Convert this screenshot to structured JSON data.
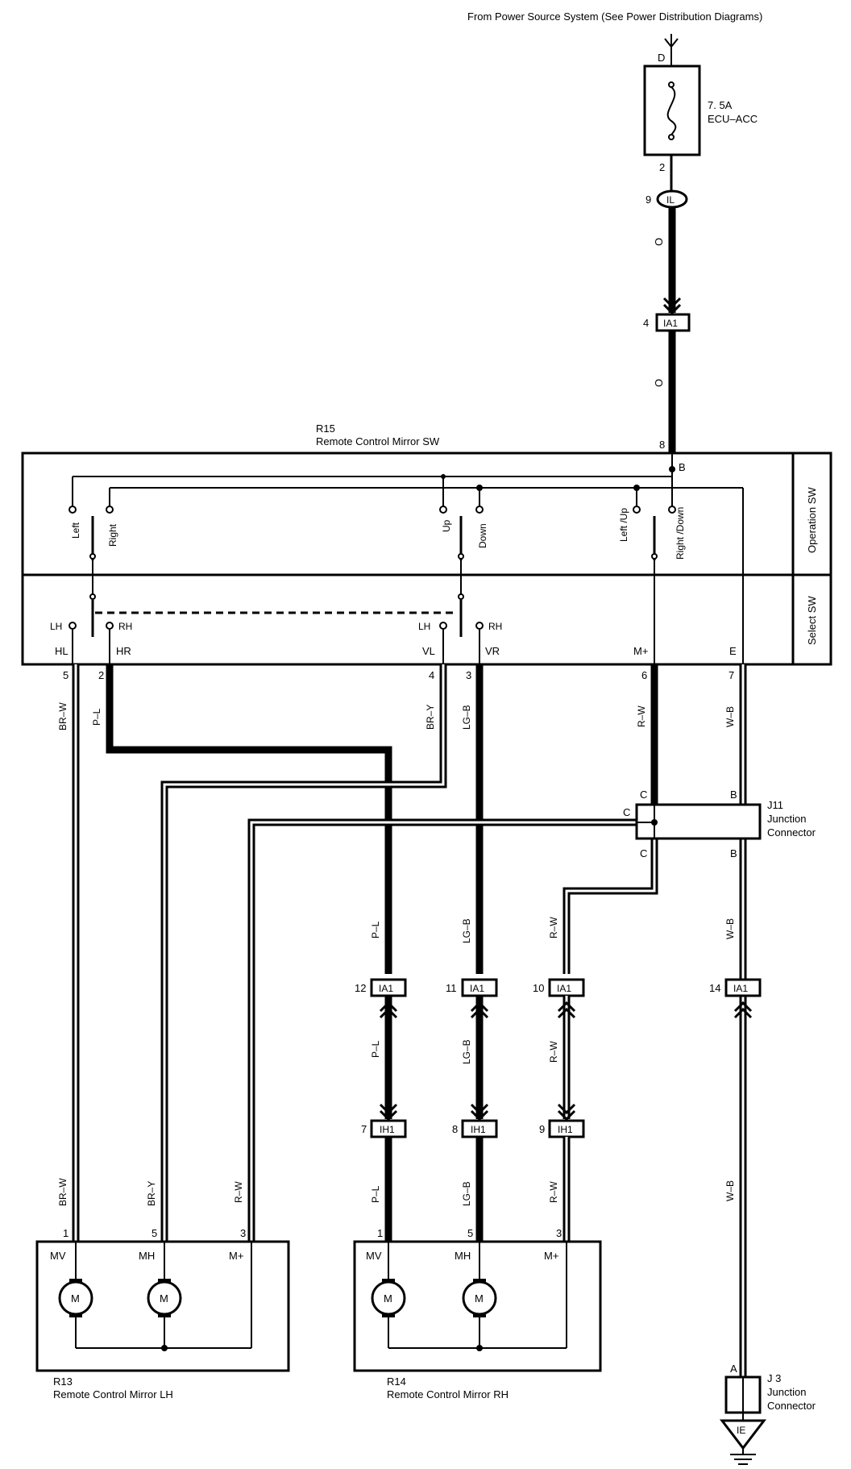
{
  "source": {
    "label": "From Power Source System (See Power Distribution Diagrams)"
  },
  "fuse": {
    "pin_in": "D",
    "pin_out": "2",
    "rating": "7. 5A",
    "name": "ECU–ACC"
  },
  "il_connector": {
    "pin": "9",
    "label": "IL"
  },
  "ia1_top": {
    "pin": "4",
    "label": "IA1"
  },
  "wire_colors": {
    "o1": "O",
    "o2": "O",
    "br_w": "BR–W",
    "p_l": "P–L",
    "br_y": "BR–Y",
    "lg_b": "LG–B",
    "r_w": "R–W",
    "w_b": "W–B"
  },
  "switch": {
    "code": "R15",
    "name": "Remote Control Mirror SW",
    "pin_b_num": "8",
    "pin_b": "B",
    "operation_label": "Operation SW",
    "select_label": "Select SW",
    "op_left": "Left",
    "op_right": "Right",
    "op_up": "Up",
    "op_down": "Down",
    "op_left_up": "Left /Up",
    "op_right_down": "Right /Down",
    "lh1": "LH",
    "rh1": "RH",
    "lh2": "LH",
    "rh2": "RH",
    "pins": [
      {
        "num": "5",
        "name": "HL"
      },
      {
        "num": "2",
        "name": "HR"
      },
      {
        "num": "4",
        "name": "VL"
      },
      {
        "num": "3",
        "name": "VR"
      },
      {
        "num": "6",
        "name": "M+"
      },
      {
        "num": "7",
        "name": "E"
      }
    ]
  },
  "j11": {
    "code": "J11",
    "name1": "Junction",
    "name2": "Connector",
    "c_top": "C",
    "c_left": "C",
    "c_bottom": "C",
    "b_top": "B",
    "b_bottom": "B"
  },
  "ia1_row": [
    {
      "pin": "12",
      "label": "IA1"
    },
    {
      "pin": "11",
      "label": "IA1"
    },
    {
      "pin": "10",
      "label": "IA1"
    },
    {
      "pin": "14",
      "label": "IA1"
    }
  ],
  "ih1_row": [
    {
      "pin": "7",
      "label": "IH1"
    },
    {
      "pin": "8",
      "label": "IH1"
    },
    {
      "pin": "9",
      "label": "IH1"
    }
  ],
  "mirror_lh": {
    "code": "R13",
    "name": "Remote Control Mirror LH",
    "pins": [
      "1",
      "5",
      "3"
    ],
    "terms": [
      "MV",
      "MH",
      "M+"
    ],
    "motor": "M"
  },
  "mirror_rh": {
    "code": "R14",
    "name": "Remote Control Mirror RH",
    "pins": [
      "1",
      "5",
      "3"
    ],
    "terms": [
      "MV",
      "MH",
      "M+"
    ],
    "motor": "M"
  },
  "j3": {
    "pin": "A",
    "code": "J 3",
    "name1": "Junction",
    "name2": "Connector"
  },
  "ground": {
    "label": "IE"
  }
}
